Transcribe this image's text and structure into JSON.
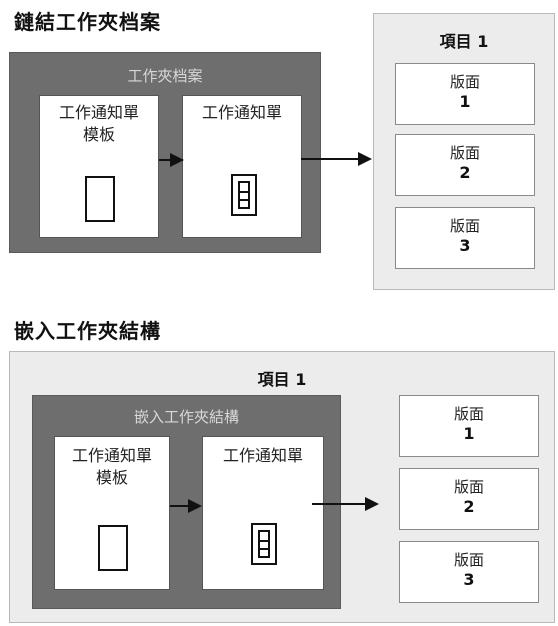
{
  "top": {
    "heading": "鏈結工作夾档案",
    "folder_label": "工作夾档案",
    "template_box": "工作通知單\n模板",
    "order_box": "工作通知單",
    "item_label": "項目 1",
    "pages": [
      {
        "label": "版面",
        "num": "1"
      },
      {
        "label": "版面",
        "num": "2"
      },
      {
        "label": "版面",
        "num": "3"
      }
    ]
  },
  "bottom": {
    "heading": "嵌入工作夾結構",
    "item_label": "項目 1",
    "folder_label": "嵌入工作夾結構",
    "template_box": "工作通知單\n模板",
    "order_box": "工作通知單",
    "pages": [
      {
        "label": "版面",
        "num": "1"
      },
      {
        "label": "版面",
        "num": "2"
      },
      {
        "label": "版面",
        "num": "3"
      }
    ]
  },
  "icons": {
    "template_icon": "blank-document-icon",
    "order_icon": "form-document-icon",
    "arrow": "right-arrow-icon"
  }
}
